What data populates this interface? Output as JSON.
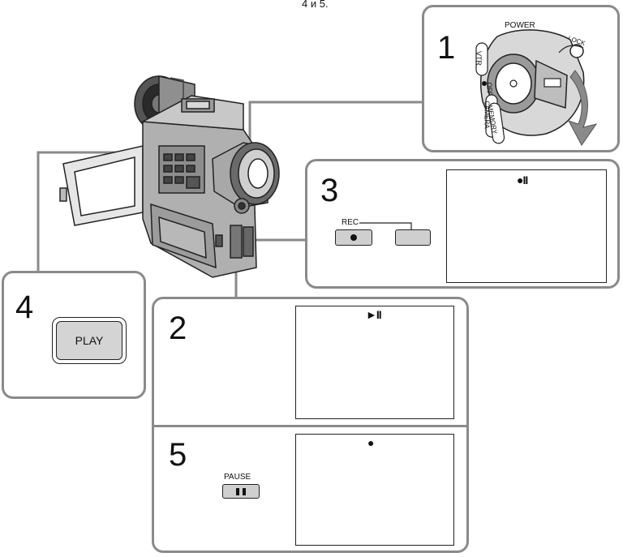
{
  "top_caption": "4 и 5.",
  "step1": {
    "number": "1",
    "power_label": "POWER",
    "lock_label": "LOCK",
    "dial_labels": [
      "VTR",
      "OFF",
      "CAMERA",
      "MEMORY"
    ]
  },
  "step2": {
    "number": "2",
    "indicator": "►II"
  },
  "step3": {
    "number": "3",
    "rec_label": "REC",
    "indicator": "●II"
  },
  "step4": {
    "number": "4",
    "play_label": "PLAY"
  },
  "step5": {
    "number": "5",
    "pause_label": "PAUSE",
    "indicator": "●"
  },
  "colors": {
    "box_border": "#8a8a8a",
    "button_fill": "#cfcfcf",
    "line": "#8a8a8a"
  }
}
